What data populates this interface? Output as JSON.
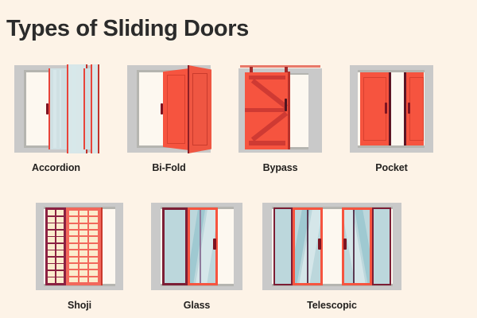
{
  "page": {
    "title": "Types of Sliding Doors",
    "background_color": "#fdf3e7",
    "title_color": "#2b2b2b",
    "accent_red": "#f6543f",
    "accent_dark_red": "#d6392f",
    "accent_maroon": "#7c1e35",
    "glass_color": "#bcd7dc",
    "frame_gray": "#c9c9c9",
    "wall_cream": "#fdf8f0"
  },
  "rows": [
    {
      "items": [
        {
          "label": "Accordion",
          "type": "accordion-door"
        },
        {
          "label": "Bi-Fold",
          "type": "bifold-door"
        },
        {
          "label": "Bypass",
          "type": "bypass-door"
        },
        {
          "label": "Pocket",
          "type": "pocket-door"
        }
      ]
    },
    {
      "items": [
        {
          "label": "Shoji",
          "type": "shoji-door"
        },
        {
          "label": "Glass",
          "type": "glass-door"
        },
        {
          "label": "Telescopic",
          "type": "telescopic-door"
        }
      ]
    }
  ]
}
